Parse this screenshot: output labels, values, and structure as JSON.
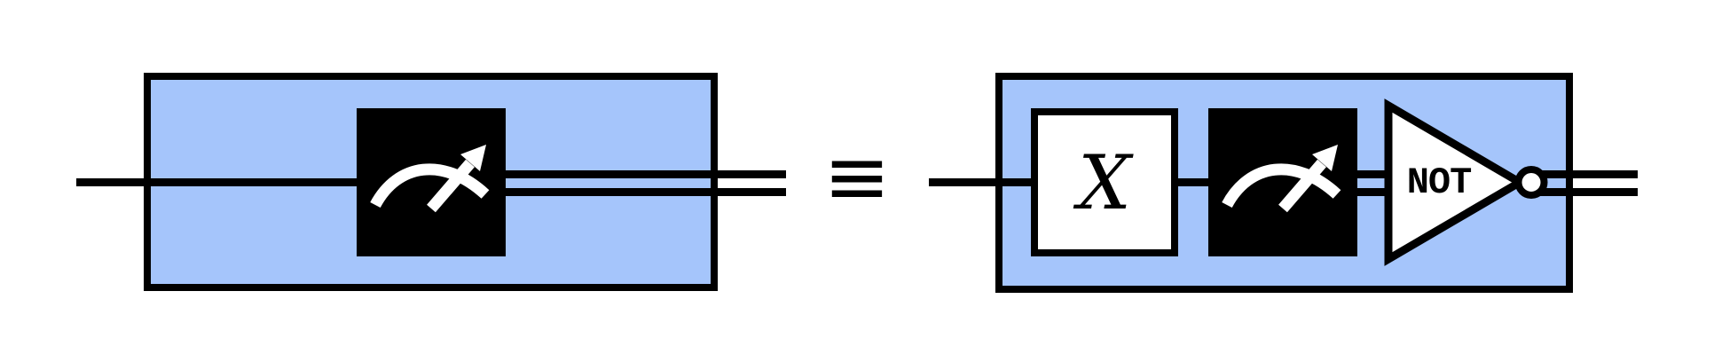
{
  "equivalence": {
    "symbol": "≡"
  },
  "colors": {
    "background": "#ffffff",
    "box_fill": "#a5c5fb",
    "outline": "#000000",
    "measurement_gate_fill": "#000000",
    "measurement_icon_stroke": "#ffffff",
    "x_gate_fill": "#ffffff",
    "not_gate_fill": "#ffffff"
  },
  "left_circuit": {
    "box": "misty-blue-box",
    "input_wire": "single",
    "output_wire": "double",
    "gates": [
      {
        "type": "measurement",
        "icon": "measurement-gauge-icon"
      }
    ]
  },
  "right_circuit": {
    "box": "misty-blue-box",
    "input_wire": "single",
    "output_wire": "double",
    "gates": [
      {
        "type": "x",
        "label": "X"
      },
      {
        "type": "measurement",
        "icon": "measurement-gauge-icon"
      },
      {
        "type": "not",
        "label": "NOT",
        "icon": "not-output-bubble-icon"
      }
    ]
  }
}
